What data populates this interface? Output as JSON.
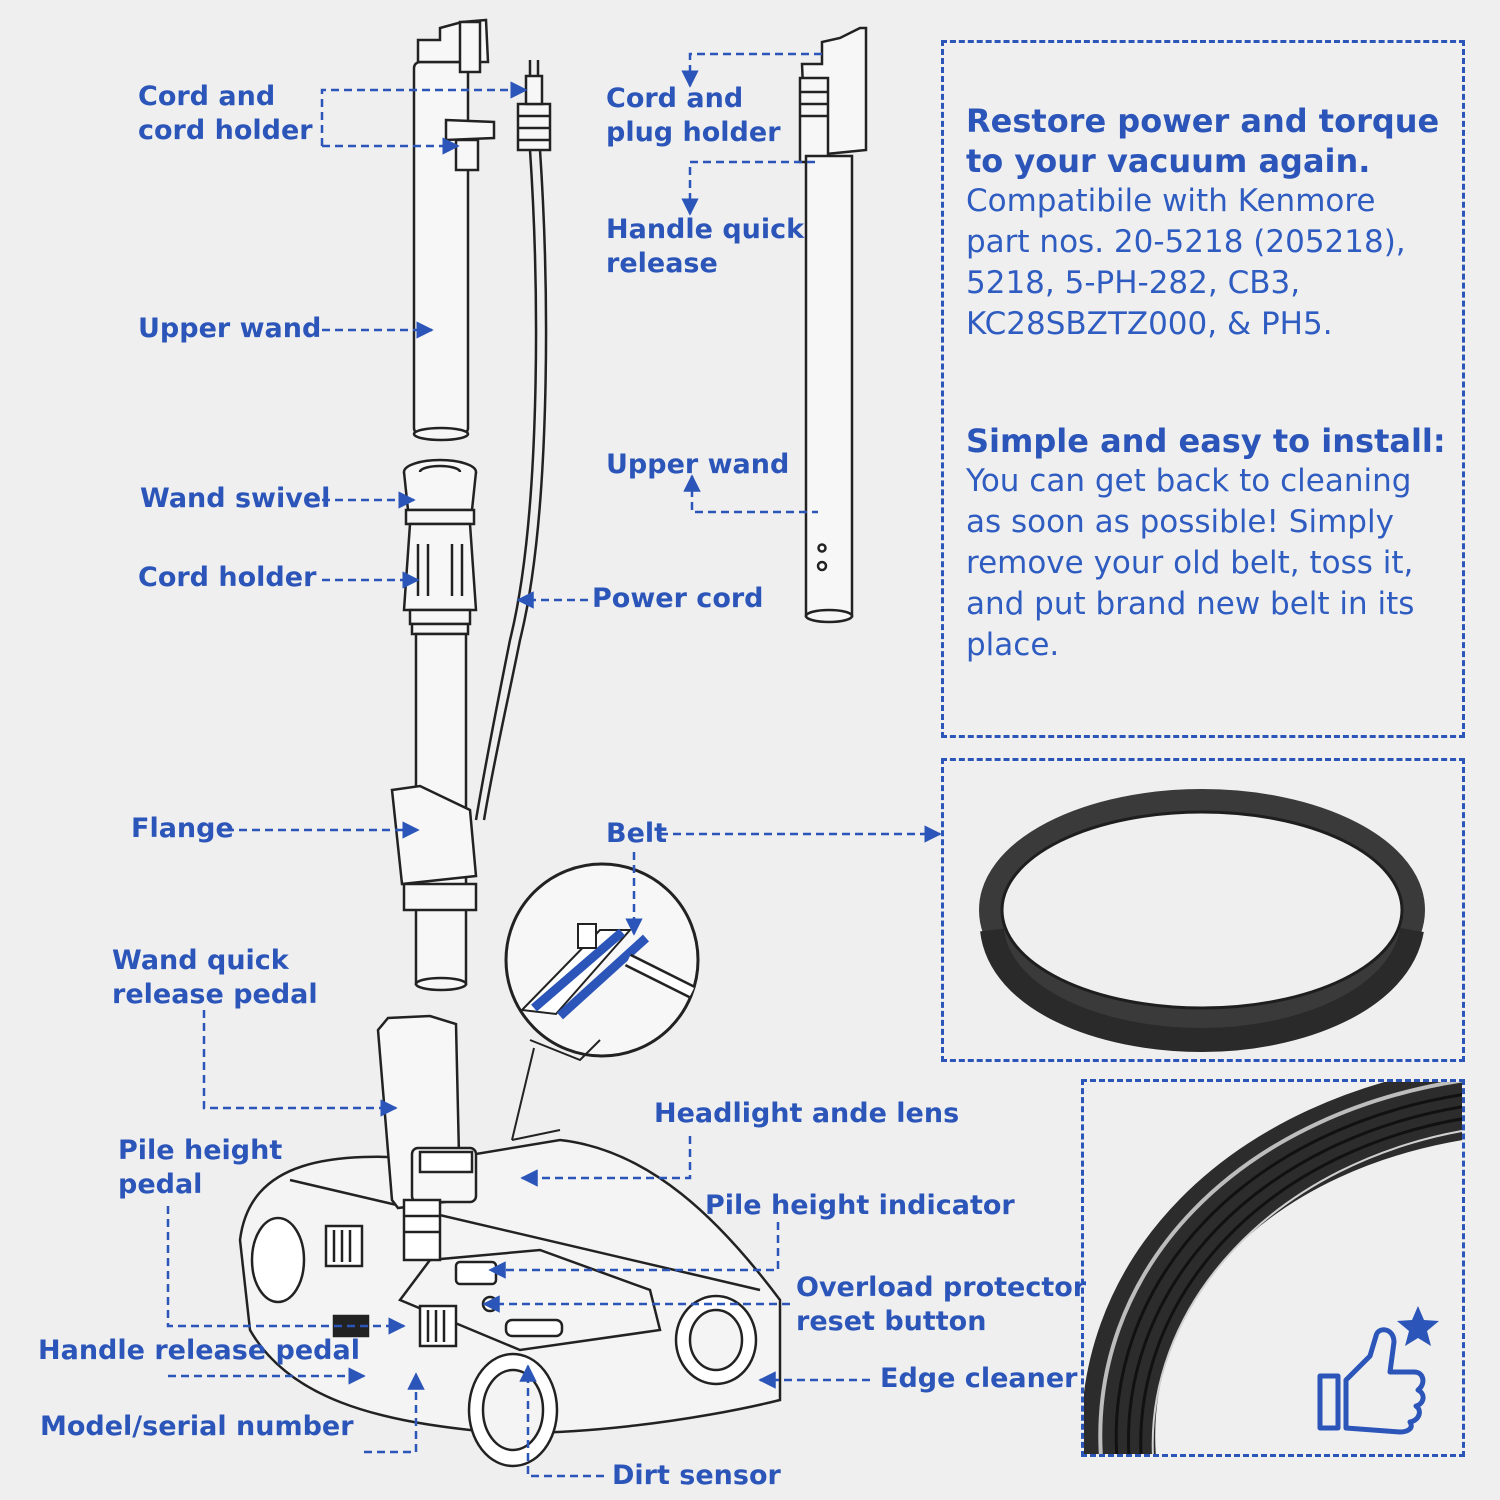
{
  "labels": {
    "cord_and_cord_holder": "Cord and\ncord holder",
    "upper_wand_left": "Upper wand",
    "wand_swivel": "Wand swivel",
    "cord_holder": "Cord holder",
    "power_cord": "Power cord",
    "flange": "Flange",
    "wand_quick_release_pedal": "Wand quick\nrelease pedal",
    "pile_height_pedal": "Pile height\npedal",
    "handle_release_pedal": "Handle release pedal",
    "model_serial_number": "Model/serial number",
    "dirt_sensor": "Dirt sensor",
    "edge_cleaner": "Edge cleaner",
    "overload_protector": "Overload protector\nreset button",
    "pile_height_indicator": "Pile height indicator",
    "headlight_lens": "Headlight ande lens",
    "belt": "Belt",
    "cord_and_plug_holder": "Cord and\nplug holder",
    "handle_quick_release": "Handle quick\nrelease",
    "upper_wand_right": "Upper wand"
  },
  "info": {
    "heading1": "Restore power and torque to your vacuum again.",
    "body1": "Compatibile with Kenmore part nos. 20-5218 (205218), 5218, 5-PH-282, CB3, KC28SBZTZ000, & PH5.",
    "heading2": "Simple and easy to install:",
    "body2": "You can get back to cleaning as soon as possible! Simply remove your old belt, toss it, and put brand new belt in its place."
  },
  "colors": {
    "accent": "#2b55b8",
    "background": "#efeff0",
    "line_art": "#222222",
    "belt": "#3a3a3a"
  },
  "icons": {
    "thumbs_up": "thumbs-up-icon",
    "star": "star-icon"
  }
}
